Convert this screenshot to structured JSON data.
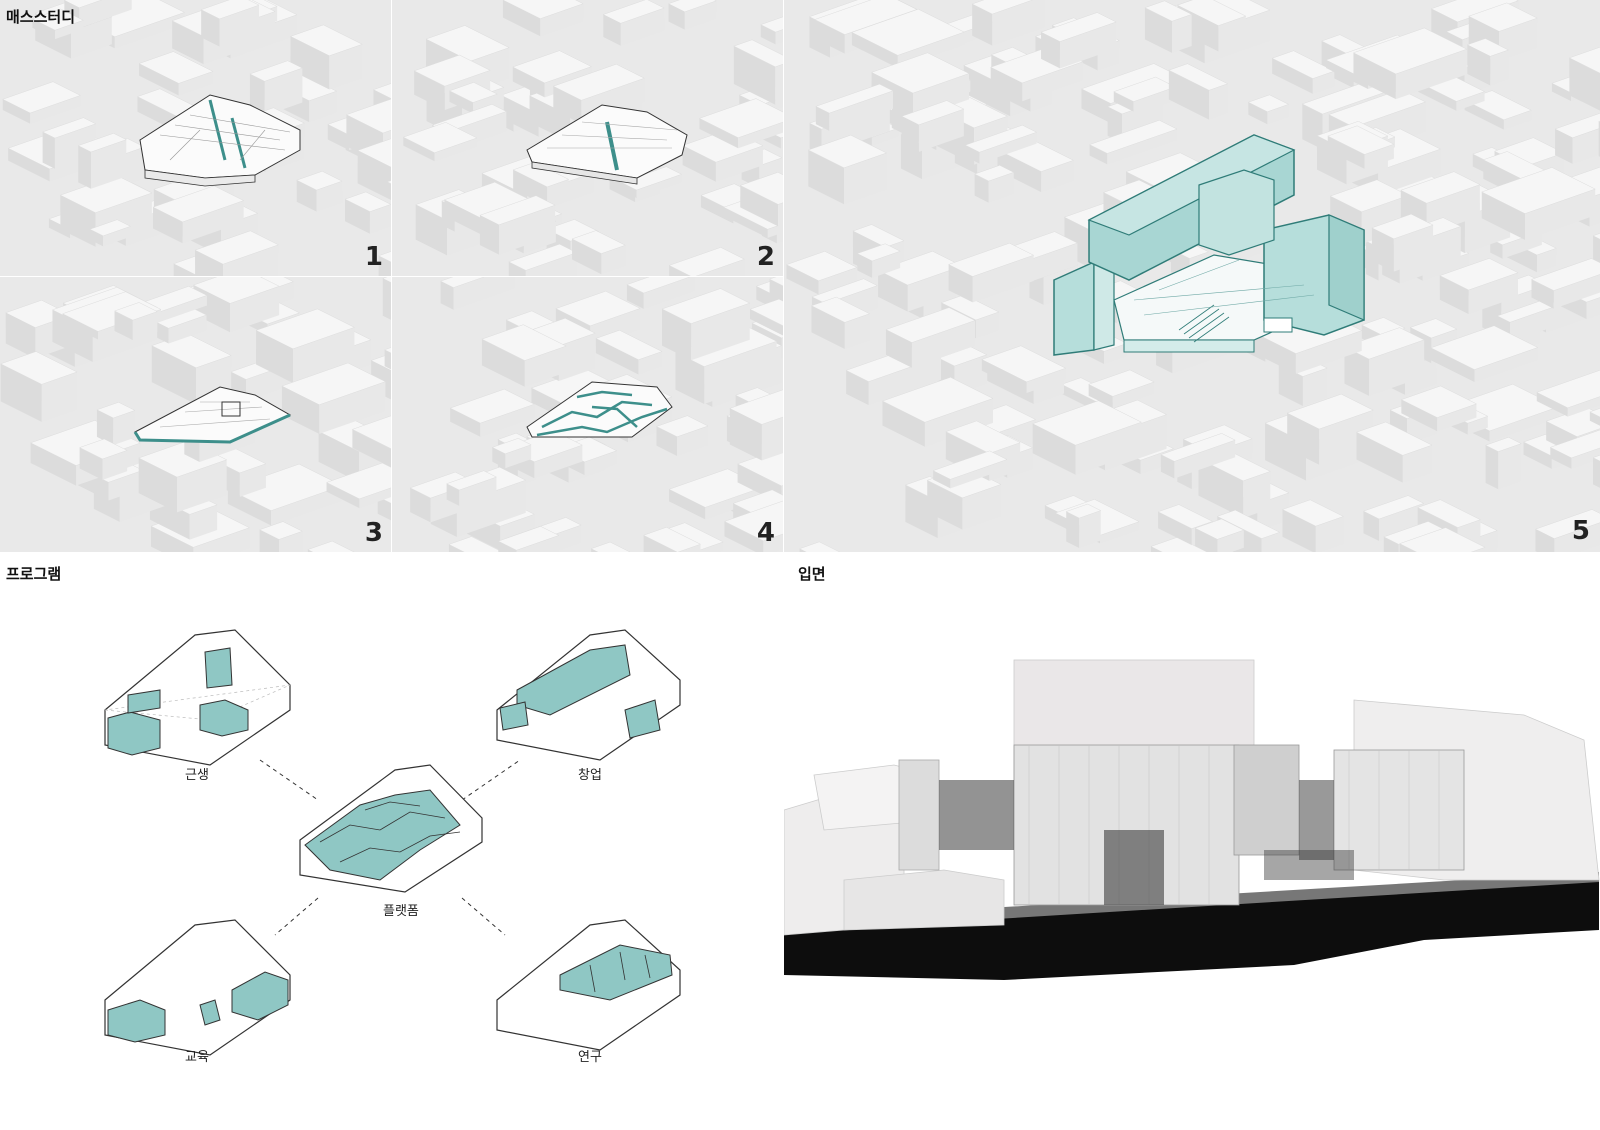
{
  "mass_study": {
    "title": "매스스터디",
    "steps": [
      "1",
      "2",
      "3",
      "4",
      "5"
    ]
  },
  "program": {
    "title": "프로그램",
    "labels": {
      "commercial": "근생",
      "startup": "창업",
      "platform": "플랫폼",
      "education": "교육",
      "research": "연구"
    }
  },
  "elevation": {
    "title": "입면"
  },
  "colors": {
    "accent": "#8fc7c4",
    "accent_dark": "#3d8f8b",
    "city": "#e9e9e9",
    "block": "#f4f4f4"
  }
}
